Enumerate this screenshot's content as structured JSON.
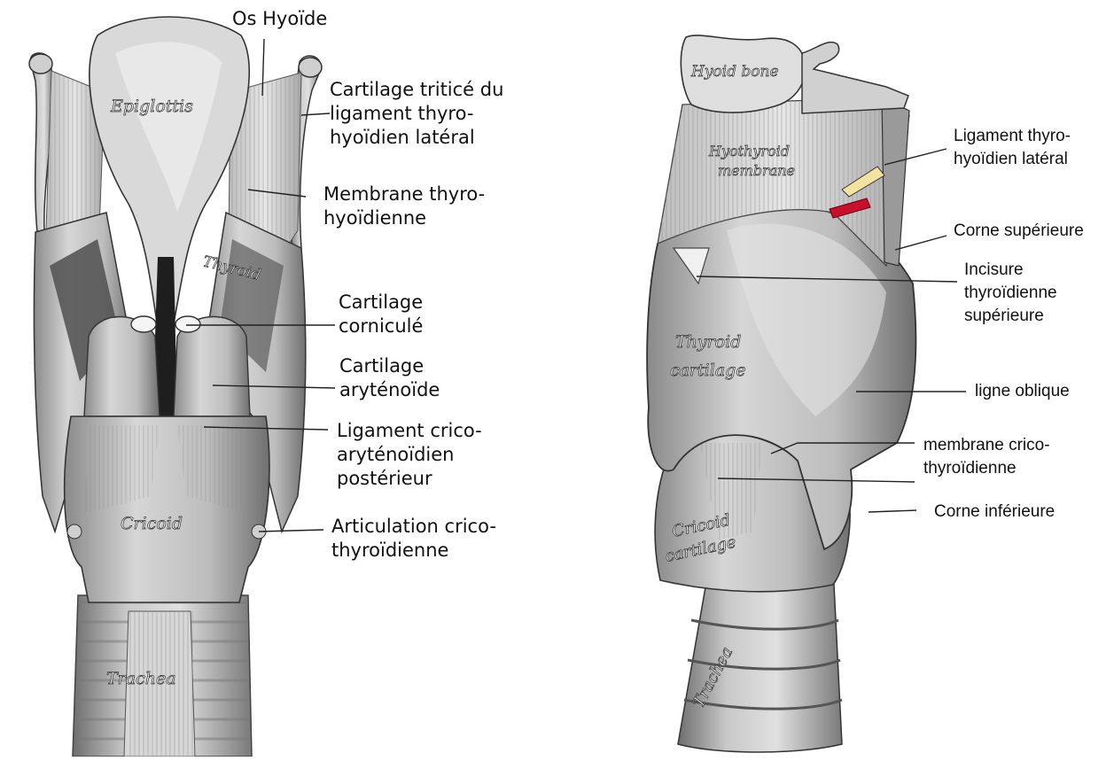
{
  "left_figure": {
    "engraved": {
      "epiglottis": "Epiglottis",
      "thyroid": "Thyroid",
      "cricoid": "Cricoid",
      "trachea": "Trachea"
    },
    "labels": [
      {
        "id": "os-hyoide",
        "text": "Os Hyoïde"
      },
      {
        "id": "cartilage-triticé",
        "text": "Cartilage triticé du\nligament thyro-\nhyoïdien latéral"
      },
      {
        "id": "membrane-thyro-hyoidienne",
        "text": "Membrane thyro-\nhyoïdienne"
      },
      {
        "id": "cartilage-cornicule",
        "text": "Cartilage\ncorniculé"
      },
      {
        "id": "cartilage-arytenoide",
        "text": "Cartilage\naryténoïde"
      },
      {
        "id": "ligament-crico-arytenoidien",
        "text": "Ligament crico-\naryténoïdien\npostérieur"
      },
      {
        "id": "articulation-crico-thyroidienne",
        "text": "Articulation crico-\nthyroïdienne"
      }
    ]
  },
  "right_figure": {
    "engraved": {
      "hyoid_bone": "Hyoid bone",
      "hyothyroid_1": "Hyothyroid",
      "hyothyroid_2": "membrane",
      "thyroid_1": "Thyroid",
      "thyroid_2": "cartilage",
      "cricoid_1": "Cricoid",
      "cricoid_2": "cartilage",
      "trachea": "Trachea"
    },
    "labels": [
      {
        "id": "ligament-thyro-hyoidien-lateral",
        "text": "Ligament thyro-\nhyoïdien latéral"
      },
      {
        "id": "corne-superieure",
        "text": "Corne supérieure"
      },
      {
        "id": "incisure-thyroidienne-superieure",
        "text": "Incisure\nthyroïdienne\nsupérieure"
      },
      {
        "id": "ligne-oblique",
        "text": "ligne oblique"
      },
      {
        "id": "membrane-crico-thyroidienne",
        "text": "membrane crico-\nthyroïdienne"
      },
      {
        "id": "corne-inferieure",
        "text": "Corne inférieure"
      }
    ]
  },
  "colors": {
    "triticeous_cartilage": "#f2e3a0",
    "superior_laryngeal_vessel": "#c8102e"
  }
}
